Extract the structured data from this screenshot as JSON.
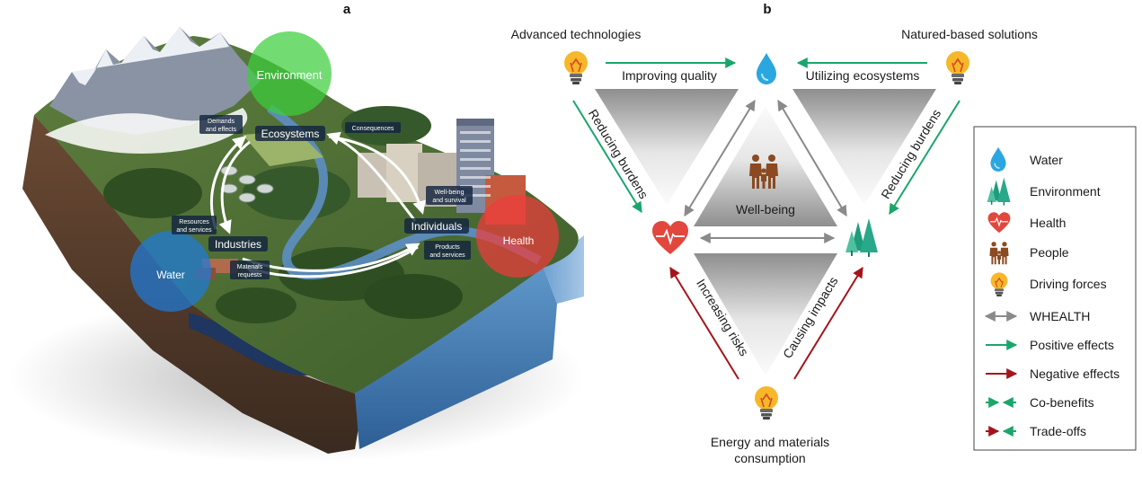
{
  "panel_a": {
    "letter": "a",
    "zones": {
      "environment": "Environment",
      "water": "Water",
      "health": "Health"
    },
    "nodes": {
      "ecosystems": "Ecosystems",
      "industries": "Industries",
      "individuals": "Individuals"
    },
    "flows": {
      "demands_l1": "Demands",
      "demands_l2": "and effects",
      "consequences": "Consequences",
      "resources_l1": "Resources",
      "resources_l2": "and services",
      "wellbeing_l1": "Well-being",
      "wellbeing_l2": "and survival",
      "products_l1": "Products",
      "products_l2": "and services",
      "materials_l1": "Materials",
      "materials_l2": "requests"
    }
  },
  "panel_b": {
    "letter": "b",
    "drivers": {
      "advanced": "Advanced technologies",
      "nature": "Natured-based solutions",
      "energy_l1": "Energy and materials",
      "energy_l2": "consumption"
    },
    "edges": {
      "improving": "Improving quality",
      "utilizing": "Utilizing ecosystems",
      "reducing_left": "Reducing burdens",
      "reducing_right": "Reducing burdens",
      "increasing": "Increasing risks",
      "causing": "Causing impacts"
    },
    "center": "Well-being",
    "colors": {
      "positive": "#1aa66b",
      "negative": "#a3151b",
      "whealth": "#8a8a8a",
      "water": "#2aa7e0",
      "environment": "#2aa88a",
      "health": "#e2473d",
      "people": "#8b4a21",
      "bulb": "#f6b82a"
    }
  },
  "legend": {
    "items": [
      {
        "icon": "water-drop-icon",
        "label": "Water"
      },
      {
        "icon": "trees-icon",
        "label": "Environment"
      },
      {
        "icon": "heart-pulse-icon",
        "label": "Health"
      },
      {
        "icon": "people-icon",
        "label": "People"
      },
      {
        "icon": "lightbulb-icon",
        "label": "Driving forces"
      },
      {
        "icon": "double-arrow-gray-icon",
        "label": "WHEALTH"
      },
      {
        "icon": "arrow-green-icon",
        "label": "Positive effects"
      },
      {
        "icon": "arrow-red-icon",
        "label": "Negative effects"
      },
      {
        "icon": "cobenefit-arrows-icon",
        "label": "Co-benefits"
      },
      {
        "icon": "tradeoff-arrows-icon",
        "label": "Trade-offs"
      }
    ]
  }
}
